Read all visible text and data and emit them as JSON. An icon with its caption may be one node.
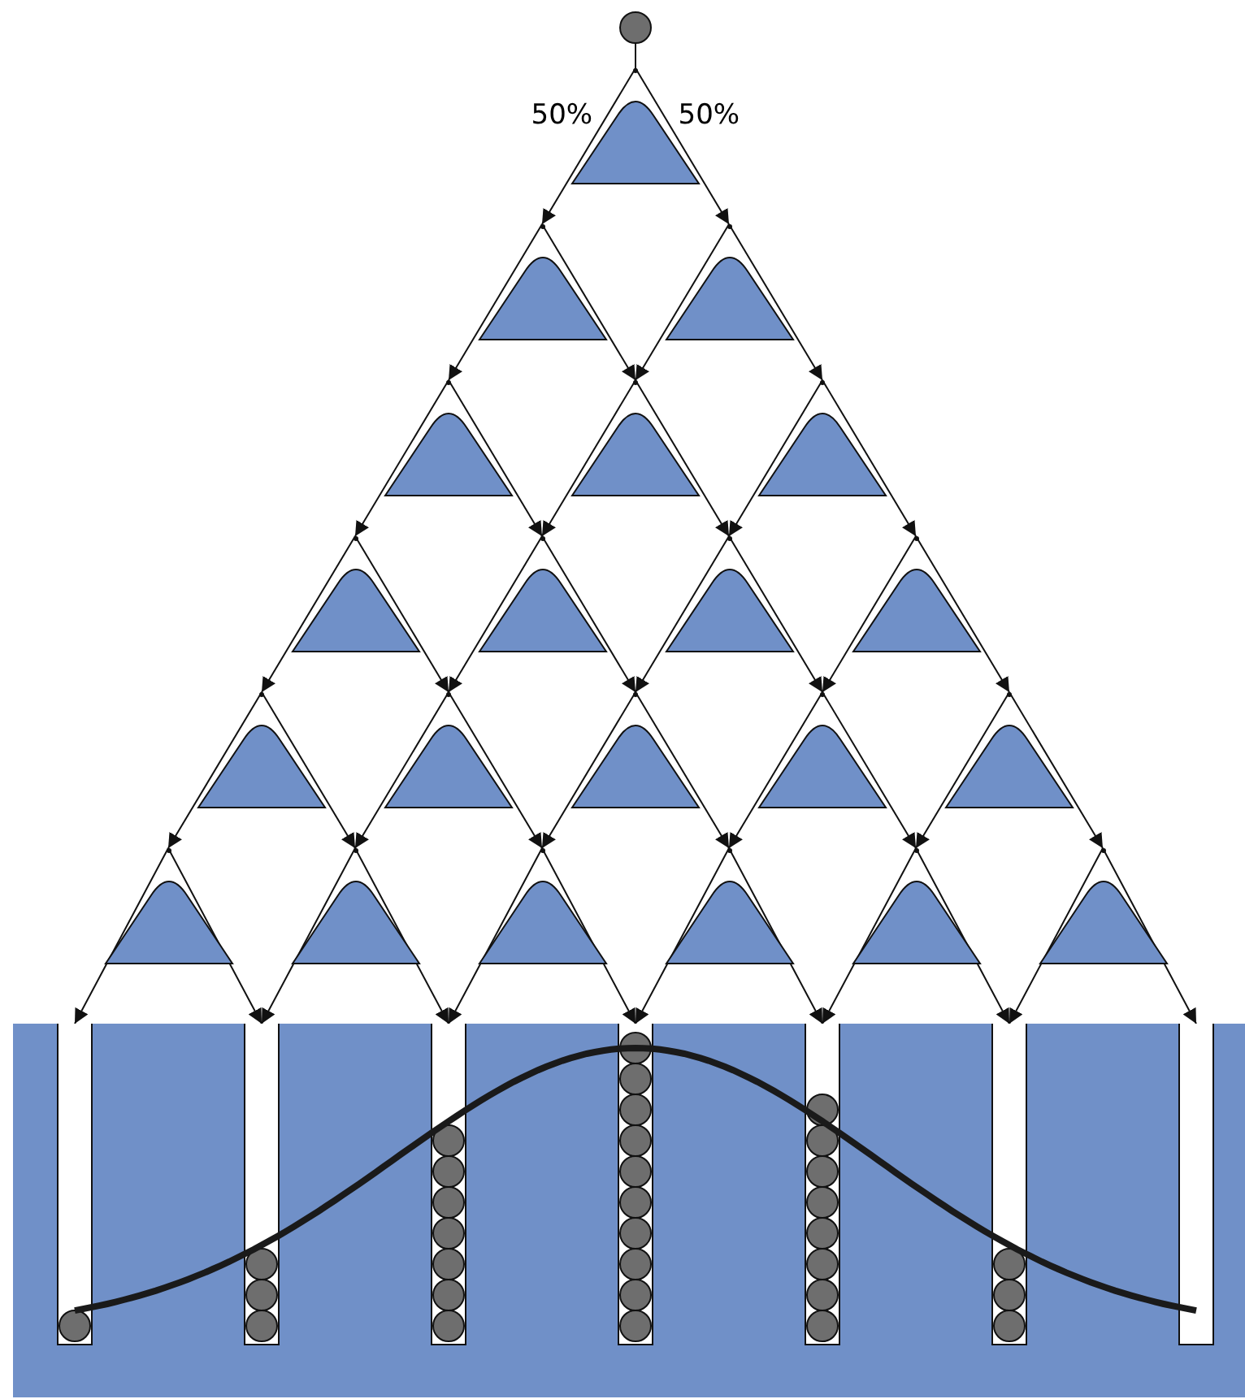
{
  "diagram": {
    "nodes": [
      {
        "text": [],
        "shape": "circle"
      },
      {
        "text": [],
        "shape": "triangle"
      },
      {
        "text": [],
        "shape": "triangle"
      },
      {
        "text": [],
        "shape": "triangle"
      },
      {
        "text": [],
        "shape": "triangle"
      },
      {
        "text": [],
        "shape": "triangle"
      },
      {
        "text": [],
        "shape": "triangle"
      },
      {
        "text": [],
        "shape": "triangle"
      },
      {
        "text": [],
        "shape": "triangle"
      },
      {
        "text": [],
        "shape": "triangle"
      },
      {
        "text": [],
        "shape": "triangle"
      },
      {
        "text": [],
        "shape": "triangle"
      },
      {
        "text": [],
        "shape": "triangle"
      },
      {
        "text": [],
        "shape": "triangle"
      },
      {
        "text": [],
        "shape": "triangle"
      },
      {
        "text": [],
        "shape": "triangle"
      },
      {
        "text": [],
        "shape": "triangle"
      },
      {
        "text": [],
        "shape": "triangle"
      },
      {
        "text": [],
        "shape": "triangle"
      },
      {
        "text": [],
        "shape": "triangle"
      },
      {
        "text": [],
        "shape": "triangle"
      },
      {
        "text": [],
        "shape": "triangle"
      },
      {
        "text": [],
        "shape": "box"
      },
      {
        "text": [],
        "shape": "circle",
        "in": 22
      },
      {
        "text": [],
        "shape": "box"
      },
      {
        "text": [],
        "shape": "circle",
        "in": 24
      },
      {
        "text": [],
        "shape": "circle",
        "in": 24
      },
      {
        "text": [],
        "shape": "circle",
        "in": 24
      },
      {
        "text": [],
        "shape": "box"
      },
      {
        "text": [],
        "shape": "circle",
        "in": 28
      },
      {
        "text": [],
        "shape": "circle",
        "in": 28
      },
      {
        "text": [],
        "shape": "circle",
        "in": 28
      },
      {
        "text": [],
        "shape": "circle",
        "in": 28
      },
      {
        "text": [],
        "shape": "circle",
        "in": 28
      },
      {
        "text": [],
        "shape": "circle",
        "in": 28
      },
      {
        "text": [],
        "shape": "circle",
        "in": 28
      },
      {
        "text": [],
        "shape": "box"
      },
      {
        "text": [],
        "shape": "circle",
        "in": 36
      },
      {
        "text": [],
        "shape": "circle",
        "in": 36
      },
      {
        "text": [],
        "shape": "circle",
        "in": 36
      },
      {
        "text": [],
        "shape": "circle",
        "in": 36
      },
      {
        "text": [],
        "shape": "circle",
        "in": 36
      },
      {
        "text": [],
        "shape": "circle",
        "in": 36
      },
      {
        "text": [],
        "shape": "circle",
        "in": 36
      },
      {
        "text": [],
        "shape": "circle",
        "in": 36
      },
      {
        "text": [],
        "shape": "circle",
        "in": 36
      },
      {
        "text": [],
        "shape": "circle",
        "in": 36
      },
      {
        "text": [],
        "shape": "box"
      },
      {
        "text": [],
        "shape": "circle",
        "in": 47
      },
      {
        "text": [],
        "shape": "circle",
        "in": 47
      },
      {
        "text": [],
        "shape": "circle",
        "in": 47
      },
      {
        "text": [],
        "shape": "circle",
        "in": 47
      },
      {
        "text": [],
        "shape": "circle",
        "in": 47
      },
      {
        "text": [],
        "shape": "circle",
        "in": 47
      },
      {
        "text": [],
        "shape": "circle",
        "in": 47
      },
      {
        "text": [],
        "shape": "circle",
        "in": 47
      },
      {
        "text": [],
        "shape": "box"
      },
      {
        "text": [],
        "shape": "circle",
        "in": 56
      },
      {
        "text": [],
        "shape": "circle",
        "in": 56
      },
      {
        "text": [],
        "shape": "circle",
        "in": 56
      },
      {
        "text": [],
        "shape": "box"
      }
    ],
    "edges": [
      {
        "from": 0,
        "to": 1,
        "arrow": "none"
      },
      {
        "from": 1,
        "to": 2,
        "arrow": "to",
        "label": "50%"
      },
      {
        "from": 1,
        "to": 3,
        "arrow": "to",
        "label": "50%"
      },
      {
        "from": 2,
        "to": 4,
        "arrow": "to"
      },
      {
        "from": 2,
        "to": 5,
        "arrow": "to"
      },
      {
        "from": 3,
        "to": 5,
        "arrow": "to"
      },
      {
        "from": 3,
        "to": 6,
        "arrow": "to"
      },
      {
        "from": 4,
        "to": 7,
        "arrow": "to"
      },
      {
        "from": 4,
        "to": 8,
        "arrow": "to"
      },
      {
        "from": 5,
        "to": 8,
        "arrow": "to"
      },
      {
        "from": 5,
        "to": 9,
        "arrow": "to"
      },
      {
        "from": 6,
        "to": 9,
        "arrow": "to"
      },
      {
        "from": 6,
        "to": 10,
        "arrow": "to"
      },
      {
        "from": 7,
        "to": 11,
        "arrow": "to"
      },
      {
        "from": 7,
        "to": 12,
        "arrow": "to"
      },
      {
        "from": 8,
        "to": 12,
        "arrow": "to"
      },
      {
        "from": 8,
        "to": 13,
        "arrow": "to"
      },
      {
        "from": 9,
        "to": 13,
        "arrow": "to"
      },
      {
        "from": 9,
        "to": 14,
        "arrow": "to"
      },
      {
        "from": 10,
        "to": 14,
        "arrow": "to"
      },
      {
        "from": 10,
        "to": 15,
        "arrow": "to"
      },
      {
        "from": 11,
        "to": 16,
        "arrow": "to"
      },
      {
        "from": 11,
        "to": 17,
        "arrow": "to"
      },
      {
        "from": 12,
        "to": 17,
        "arrow": "to"
      },
      {
        "from": 12,
        "to": 18,
        "arrow": "to"
      },
      {
        "from": 13,
        "to": 18,
        "arrow": "to"
      },
      {
        "from": 13,
        "to": 19,
        "arrow": "to"
      },
      {
        "from": 14,
        "to": 19,
        "arrow": "to"
      },
      {
        "from": 14,
        "to": 20,
        "arrow": "to"
      },
      {
        "from": 15,
        "to": 20,
        "arrow": "to"
      },
      {
        "from": 15,
        "to": 21,
        "arrow": "to"
      },
      {
        "from": 16,
        "to": 22,
        "arrow": "to"
      },
      {
        "from": 16,
        "to": 24,
        "arrow": "to"
      },
      {
        "from": 17,
        "to": 24,
        "arrow": "to"
      },
      {
        "from": 17,
        "to": 28,
        "arrow": "to"
      },
      {
        "from": 18,
        "to": 28,
        "arrow": "to"
      },
      {
        "from": 18,
        "to": 36,
        "arrow": "to"
      },
      {
        "from": 19,
        "to": 36,
        "arrow": "to"
      },
      {
        "from": 19,
        "to": 47,
        "arrow": "to"
      },
      {
        "from": 20,
        "to": 47,
        "arrow": "to"
      },
      {
        "from": 20,
        "to": 56,
        "arrow": "to"
      },
      {
        "from": 21,
        "to": 56,
        "arrow": "to"
      },
      {
        "from": 21,
        "to": 60,
        "arrow": "to"
      }
    ]
  }
}
